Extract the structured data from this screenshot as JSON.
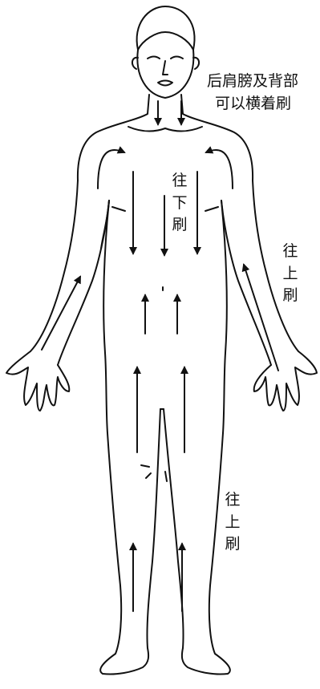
{
  "labels": {
    "shoulder_line1": "后肩膀及背部",
    "shoulder_line2": "可以横着刷",
    "torso": "往下刷",
    "arm": "往上刷",
    "leg": "往上刷"
  },
  "colors": {
    "ink": "#111111",
    "background": "#ffffff"
  }
}
